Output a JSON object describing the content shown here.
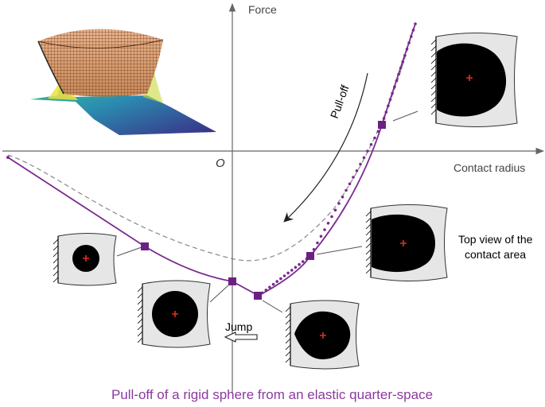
{
  "labels": {
    "y_axis": "Force",
    "x_axis": "Contact radius",
    "origin": "O",
    "pull_off": "Pull-off",
    "jump": "Jump",
    "top_view_line1": "Top view of the",
    "top_view_line2": "contact area",
    "caption": "Pull-off of a rigid sphere from an elastic quarter-space"
  },
  "colors": {
    "curve": "#7a2a8e",
    "marker": "#6d1f86",
    "caption": "#8b3a9e",
    "dashed": "#888888",
    "axis": "#666666",
    "panel_fill": "#e6e6e6",
    "contact_fill": "#000000",
    "center_mark": "#e03020"
  },
  "icons": {
    "wall": "hatched-wall-icon",
    "center": "red-plus-icon",
    "jump_arrow": "hollow-left-arrow-icon",
    "pull_off_arrow": "curved-arrow-icon"
  }
}
